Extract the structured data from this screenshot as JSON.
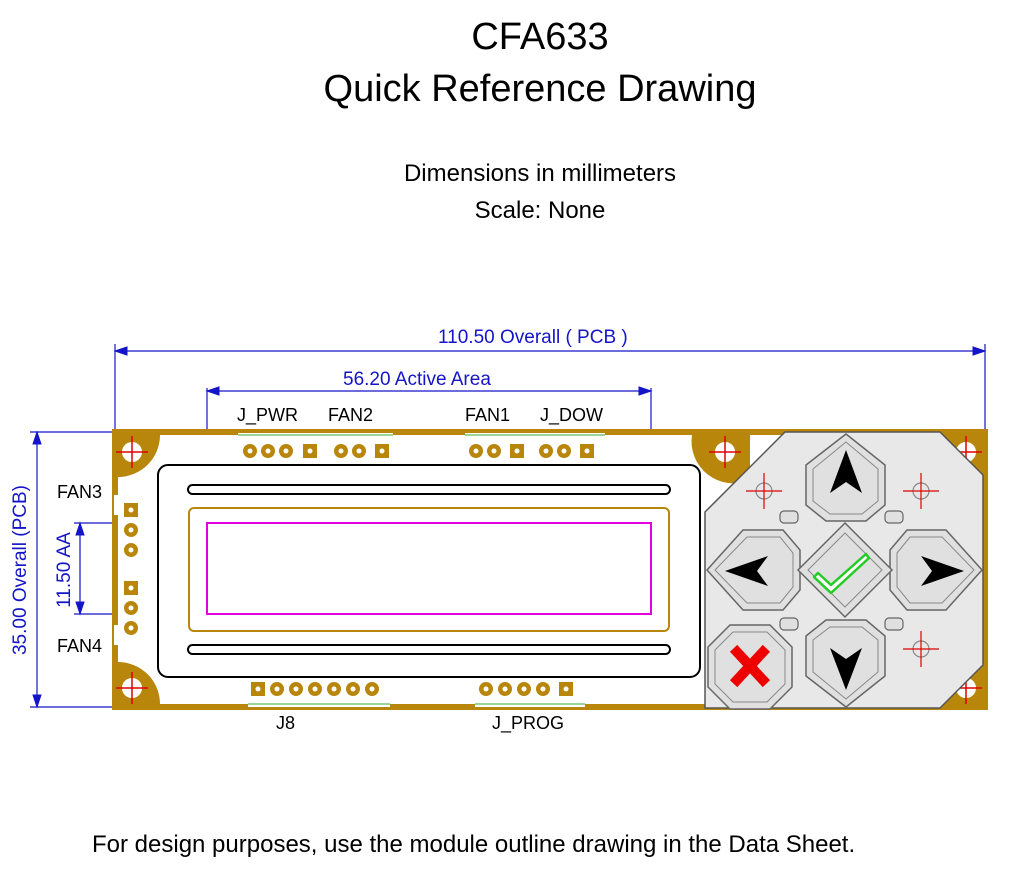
{
  "title": {
    "line1": "CFA633",
    "line2": "Quick Reference Drawing"
  },
  "subtitle": {
    "units": "Dimensions in millimeters",
    "scale": "Scale: None"
  },
  "dimensions": {
    "overall_width": "110.50 Overall ( PCB )",
    "active_area_width": "56.20 Active Area",
    "overall_height": "35.00 Overall (PCB)",
    "active_area_height": "11.50 AA"
  },
  "connectors": {
    "j_pwr": "J_PWR",
    "fan2": "FAN2",
    "fan1": "FAN1",
    "j_dow": "J_DOW",
    "fan3": "FAN3",
    "fan4": "FAN4",
    "j8": "J8",
    "j_prog": "J_PROG"
  },
  "footer": "For design purposes, use the module outline drawing in the Data Sheet.",
  "colors": {
    "pcb_fill": "#ffffff",
    "pcb_gold": "#b8860b",
    "dimension_line": "#1414c8",
    "active_area": "#e000e0",
    "mount_cross": "#e00000",
    "check_icon": "#22cc22",
    "cancel_icon": "#ee0000",
    "keypad_fill": "#e0e0e0"
  }
}
